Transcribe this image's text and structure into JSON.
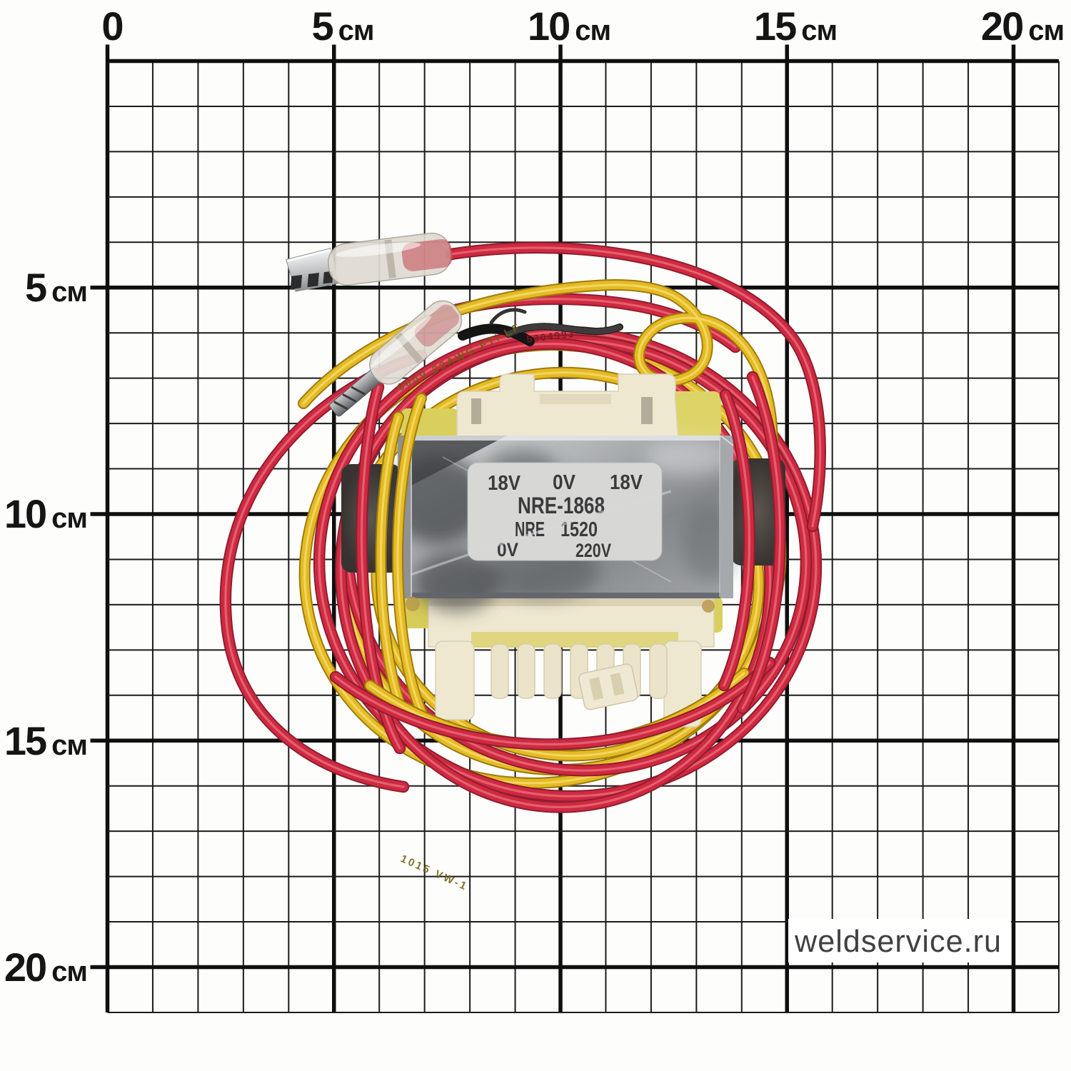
{
  "ruler": {
    "top": [
      {
        "value": "0",
        "unit": ""
      },
      {
        "value": "5",
        "unit": "см"
      },
      {
        "value": "10",
        "unit": "см"
      },
      {
        "value": "15",
        "unit": "см"
      },
      {
        "value": "20",
        "unit": "см"
      }
    ],
    "left": [
      {
        "value": "5",
        "unit": "см"
      },
      {
        "value": "10",
        "unit": "см"
      },
      {
        "value": "15",
        "unit": "см"
      },
      {
        "value": "20",
        "unit": "см"
      }
    ]
  },
  "transformer": {
    "label": {
      "secondary_left": "18V",
      "secondary_center": "0V",
      "secondary_right": "18V",
      "model": "NRE-1868",
      "series": "NRE",
      "code": "1520",
      "primary_left": "0V",
      "primary_right": "220V"
    },
    "wire_prints": {
      "yellow": "600V 22AWG FTI LF",
      "red": "5304993",
      "yellow_bottom": "1015 VW-1"
    }
  },
  "watermark": {
    "text": "weldservice.ru"
  },
  "colors": {
    "background": "#fdfdfc",
    "grid_line": "#151515",
    "wire_red": "#ce2a41",
    "wire_yellow": "#e5bb24",
    "metal_silver": "#b7babc",
    "bobbin_cream": "#efe8d0",
    "flange_dark": "#433d3a",
    "label_bg": "#d7d7d5",
    "label_text": "#3b3b3d",
    "watermark_text": "#414141"
  }
}
